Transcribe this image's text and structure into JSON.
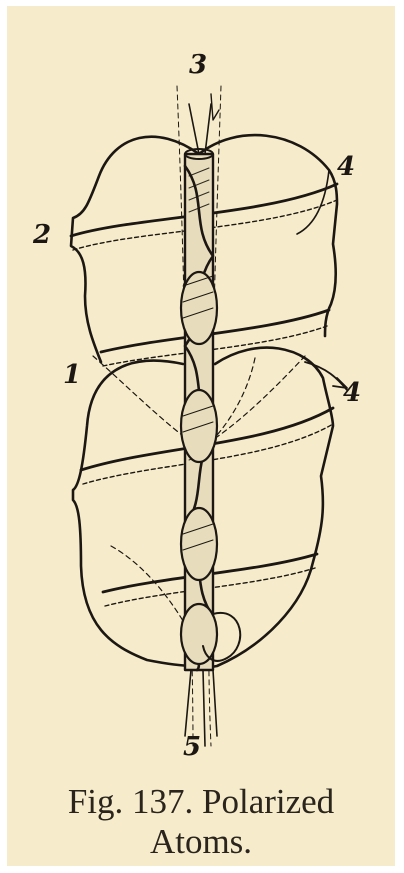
{
  "figure": {
    "labels": {
      "top": "3",
      "top_right": "4",
      "upper_left": "2",
      "middle_left": "1",
      "middle_right": "4",
      "bottom": "5"
    },
    "caption": {
      "line1": "Fig. 137. Polarized",
      "line2": "Atoms."
    },
    "colors": {
      "paper": "#f6eccc",
      "ink": "#1c1712"
    }
  }
}
